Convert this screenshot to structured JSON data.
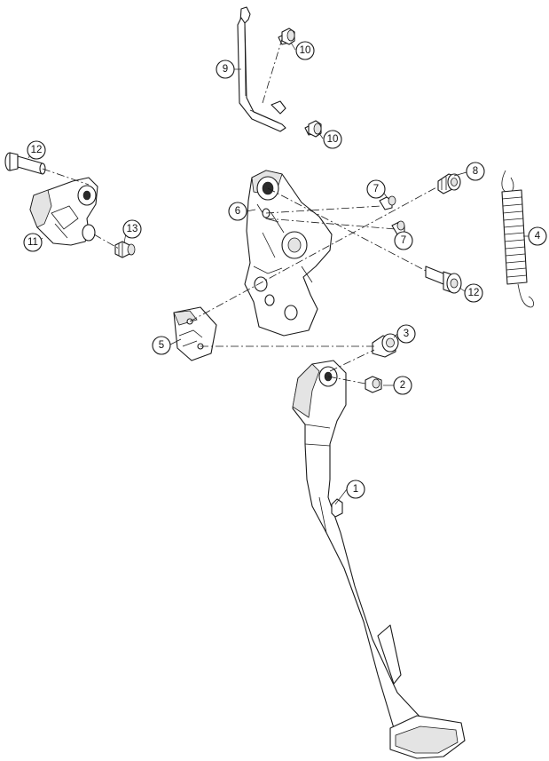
{
  "diagram": {
    "callouts": [
      {
        "id": "c1",
        "label": "1"
      },
      {
        "id": "c2",
        "label": "2"
      },
      {
        "id": "c3",
        "label": "3"
      },
      {
        "id": "c4",
        "label": "4"
      },
      {
        "id": "c5",
        "label": "5"
      },
      {
        "id": "c6",
        "label": "6"
      },
      {
        "id": "c7a",
        "label": "7"
      },
      {
        "id": "c7b",
        "label": "7"
      },
      {
        "id": "c8",
        "label": "8"
      },
      {
        "id": "c9",
        "label": "9"
      },
      {
        "id": "c10a",
        "label": "10"
      },
      {
        "id": "c10b",
        "label": "10"
      },
      {
        "id": "c11",
        "label": "11"
      },
      {
        "id": "c12a",
        "label": "12"
      },
      {
        "id": "c12b",
        "label": "12"
      },
      {
        "id": "c13",
        "label": "13"
      }
    ]
  }
}
